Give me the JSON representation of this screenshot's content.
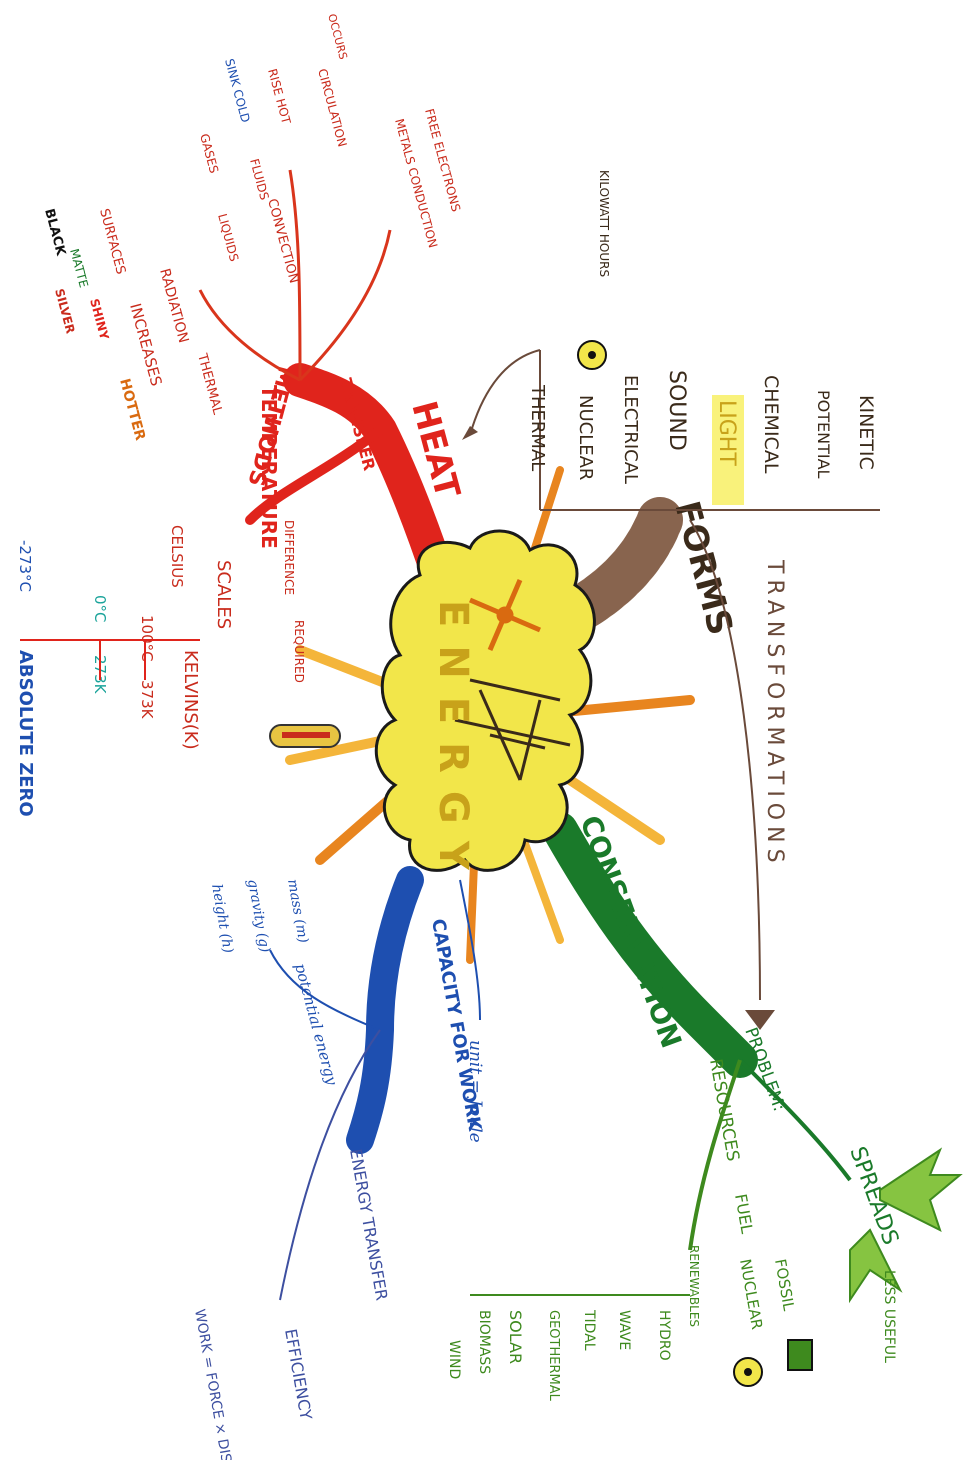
{
  "center": {
    "title": "ENERGY",
    "color": "#f2e64a"
  },
  "heat": {
    "label": "HEAT",
    "color": "#e0241c",
    "transfer": "TRANSFER",
    "methods": "METHODS",
    "radiation": "RADIATION",
    "thermal": "THERMAL",
    "increases": "INCREASES",
    "hotter": "HOTTER",
    "surfaces": "SURFACES",
    "matte": "MATTE",
    "shiny": "SHINY",
    "black": "BLACK",
    "silver": "SILVER",
    "convection": "CONVECTION",
    "fluids": "FLUIDS",
    "liquids": "LIQUIDS",
    "gases": "GASES",
    "rise_hot": "RISE HOT",
    "sink_cold": "SINK COLD",
    "circulation": "CIRCULATION",
    "occurs": "OCCURS",
    "metals_conduction": "METALS CONDUCTION",
    "free_electrons": "FREE ELECTRONS",
    "temperature": "TEMPERATURE",
    "difference": "DIFFERENCE",
    "required": "REQUIRED",
    "scales": "SCALES",
    "kelvins": "KELVINS(K)",
    "celsius": "CELSIUS",
    "c100": "100°C",
    "k373": "373K",
    "c0": "0°C",
    "k273": "273K",
    "c_minus273": "-273°C",
    "absolute_zero": "ABSOLUTE ZERO"
  },
  "forms": {
    "label": "FORMS",
    "color": "#3a2a1a",
    "items": [
      "KINETIC",
      "POTENTIAL",
      "CHEMICAL",
      "LIGHT",
      "SOUND",
      "ELECTRICAL",
      "NUCLEAR",
      "THERMAL"
    ],
    "kilowatt_hours": "KILOWATT HOURS"
  },
  "transformations": {
    "label": "TRANSFORMATIONS",
    "color": "#6a4a3a"
  },
  "conservation": {
    "label": "CONSERVATION",
    "color": "#1a7a2a",
    "problem": "PROBLEM:",
    "spreads": "SPREADS",
    "less_useful": "LESS USEFUL",
    "resources": "RESOURCES",
    "fuel": "FUEL",
    "fossil": "FOSSIL",
    "nuclear": "NUCLEAR",
    "renewables": "RENEWABLES",
    "renewable_items": [
      "HYDRO",
      "WAVE",
      "TIDAL",
      "GEOTHERMAL",
      "SOLAR",
      "BIOMASS",
      "WIND"
    ]
  },
  "capacity": {
    "label": "CAPACITY FOR WORK",
    "color": "#1e4fb0",
    "unit": "unit = Joule",
    "potential_energy": "potential energy",
    "mass": "mass (m)",
    "gravity": "gravity (g)",
    "height": "height (h)",
    "energy_transfer": "ENERGY TRANSFER",
    "efficiency": "EFFICIENCY",
    "work_formula": "WORK = FORCE × DISTANCE"
  }
}
